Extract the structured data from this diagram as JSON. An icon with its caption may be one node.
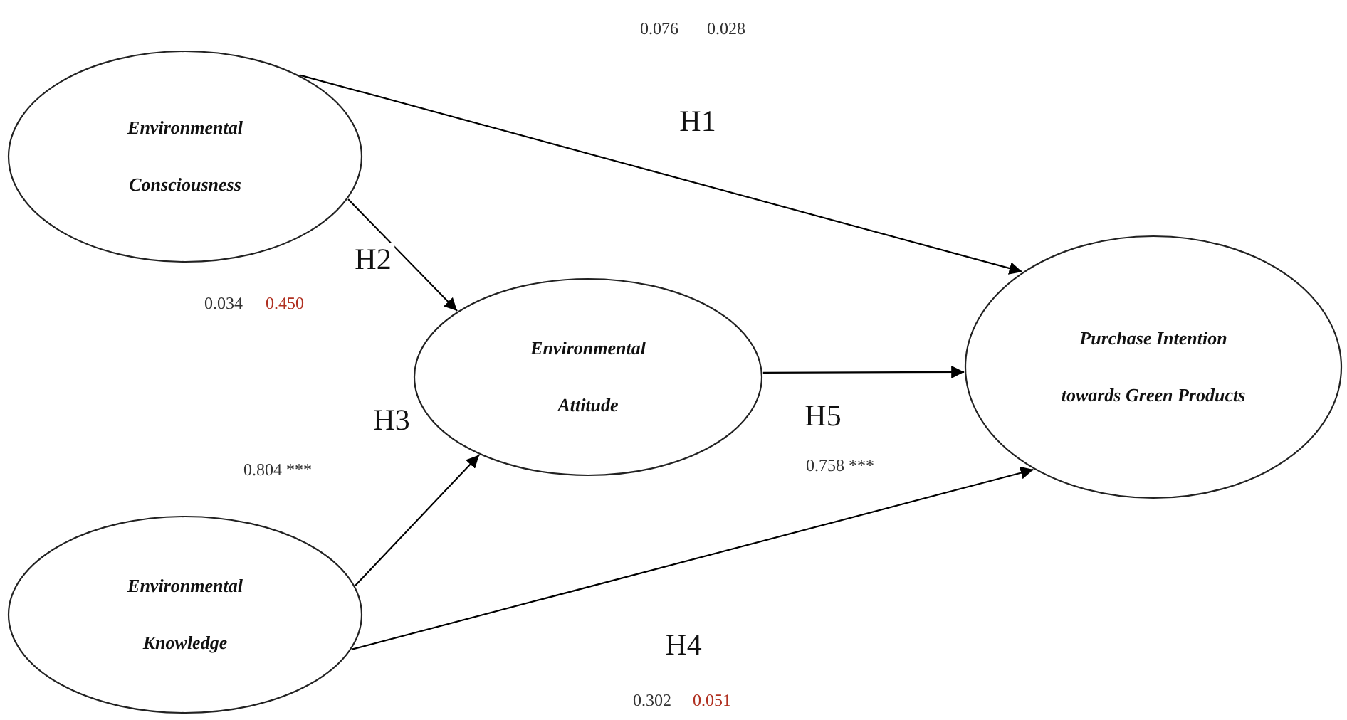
{
  "diagram": {
    "nodes": [
      {
        "text": [
          "Environmental Consciousness"
        ]
      },
      {
        "text": [
          "Environmental Attitude"
        ]
      },
      {
        "text": [
          "Purchase Intention towards Green Products"
        ]
      },
      {
        "text": [
          "Environmental Knowledge"
        ]
      }
    ],
    "edges": [
      {
        "from": 0,
        "to": 2,
        "arrow": "to",
        "label": "H1"
      },
      {
        "from": 0,
        "to": 1,
        "arrow": "to",
        "label": "H2"
      },
      {
        "from": 3,
        "to": 1,
        "arrow": "to",
        "label": "H3"
      },
      {
        "from": 3,
        "to": 2,
        "arrow": "to",
        "label": "H4"
      },
      {
        "from": 1,
        "to": 2,
        "arrow": "to",
        "label": "H5"
      }
    ],
    "labels": [
      "0.076",
      "0.028",
      "0.034",
      "0.450",
      "0.804 ***",
      "0.758 ***",
      "0.302",
      "0.051"
    ]
  }
}
